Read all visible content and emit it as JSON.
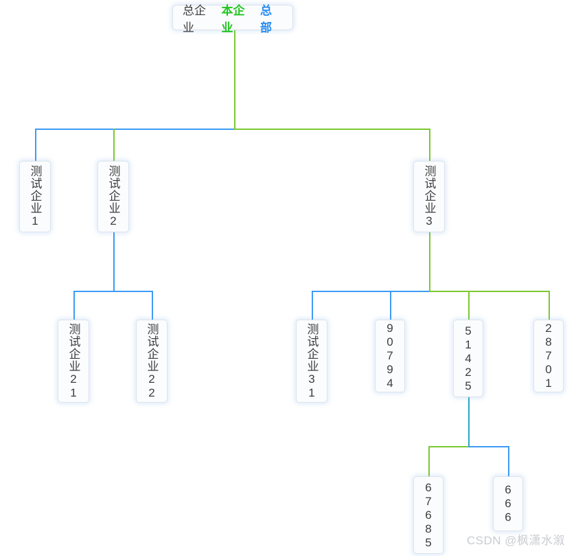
{
  "diagram": {
    "type": "org-tree",
    "colors": {
      "link_blue": "#3d9bf5",
      "link_green": "#7cc832",
      "link_teal": "#2ba7c4",
      "node_border": "#dbe3ec",
      "node_bg": "#fbfcfd",
      "text": "#3d3d3d",
      "accent_green": "#22c522",
      "accent_blue": "#2a8cf0",
      "watermark": "#c9ccd1"
    },
    "root": {
      "name": "root-node",
      "segments": [
        {
          "text": "总企业",
          "style": "plain"
        },
        {
          "text": "本企业",
          "style": "green"
        },
        {
          "text": "总部",
          "style": "blue"
        }
      ]
    },
    "nodes": [
      {
        "id": "n1",
        "label": "测试企业1",
        "level": 1,
        "parent": "root",
        "link_color": "#3d9bf5"
      },
      {
        "id": "n2",
        "label": "测试企业2",
        "level": 1,
        "parent": "root",
        "link_color": "#7cc832"
      },
      {
        "id": "n3",
        "label": "测试企业3",
        "level": 1,
        "parent": "root",
        "link_color": "#7cc832"
      },
      {
        "id": "n21",
        "label": "测试企业21",
        "level": 2,
        "parent": "n2",
        "link_color": "#3d9bf5"
      },
      {
        "id": "n22",
        "label": "测试企业22",
        "level": 2,
        "parent": "n2",
        "link_color": "#3d9bf5"
      },
      {
        "id": "n31",
        "label": "测试企业31",
        "level": 2,
        "parent": "n3",
        "link_color": "#3d9bf5"
      },
      {
        "id": "n32",
        "label": "90794",
        "level": 2,
        "parent": "n3",
        "link_color": "#3d9bf5"
      },
      {
        "id": "n33",
        "label": "51425",
        "level": 2,
        "parent": "n3",
        "link_color": "#7cc832"
      },
      {
        "id": "n34",
        "label": "28701",
        "level": 2,
        "parent": "n3",
        "link_color": "#7cc832"
      },
      {
        "id": "n331",
        "label": "67685",
        "level": 3,
        "parent": "n33",
        "link_color": "#7cc832"
      },
      {
        "id": "n332",
        "label": "666",
        "level": 3,
        "parent": "n33",
        "link_color": "#3d9bf5"
      }
    ]
  },
  "watermark": {
    "text": "CSDN @枫潇水溆"
  }
}
